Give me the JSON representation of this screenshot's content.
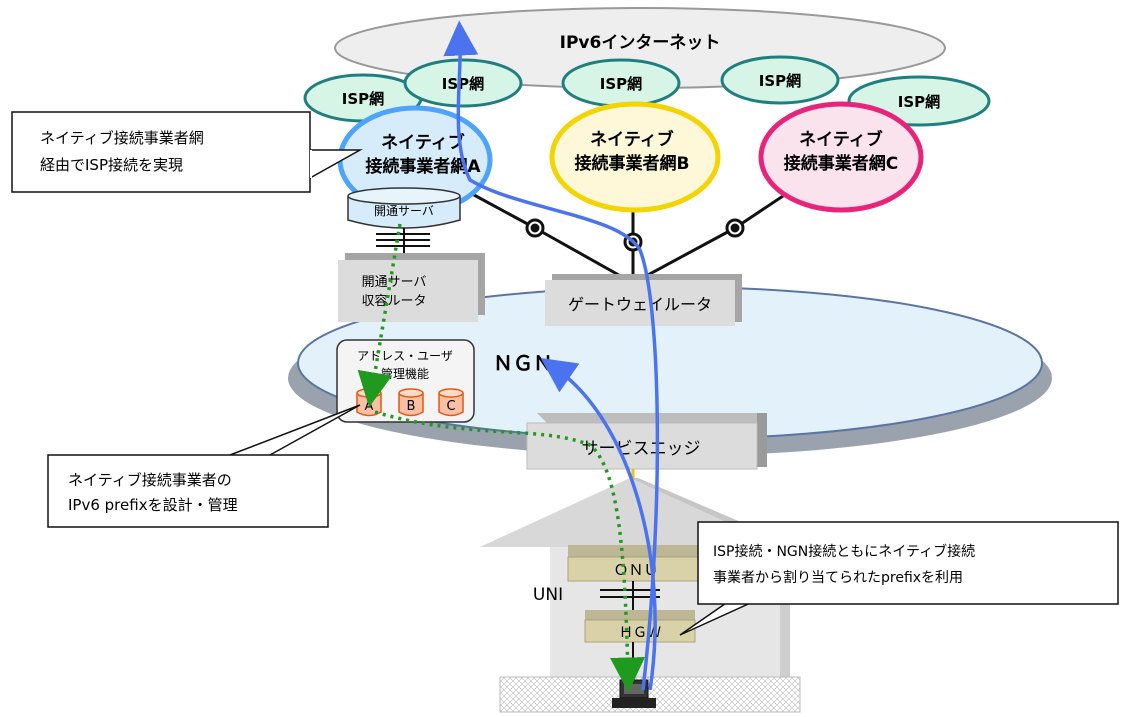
{
  "internet": {
    "label": "IPv6インターネット"
  },
  "isp": [
    {
      "label": "ISP網"
    },
    {
      "label": "ISP網"
    },
    {
      "label": "ISP網"
    },
    {
      "label": "ISP網"
    },
    {
      "label": "ISP網"
    }
  ],
  "native_networks": [
    {
      "line1": "ネイティブ",
      "line2": "接続事業者網A",
      "color": "#4da3ff"
    },
    {
      "line1": "ネイティブ",
      "line2": "接続事業者網B",
      "color": "#f2d400"
    },
    {
      "line1": "ネイティブ",
      "line2": "接続事業者網C",
      "color": "#e8247a"
    }
  ],
  "callouts": {
    "native_isp": {
      "line1": "ネイティブ接続事業者網",
      "line2": "経由でISP接続を実現"
    },
    "prefix_design": {
      "line1": "ネイティブ接続事業者の",
      "line2": "IPv6 prefixを設計・管理"
    },
    "prefix_use": {
      "line1": "ISP接続・NGN接続ともにネイティブ接続",
      "line2": "事業者から割り当てられたprefixを利用"
    }
  },
  "nodes": {
    "provisioning_server": "開通サーバ",
    "provisioning_router_line1": "開通サーバ",
    "provisioning_router_line2": "収容ルータ",
    "gateway_router": "ゲートウェイルータ",
    "address_mgmt_line1": "アドレス・ユーザ",
    "address_mgmt_line2": "管理機能",
    "db_a": "A",
    "db_b": "B",
    "db_c": "C",
    "ngn": "ＮＧＮ",
    "service_edge": "サービスエッジ",
    "onu": "ＯＮＵ",
    "hgw": "ＨＧＷ",
    "uni": "UNI"
  },
  "colors": {
    "isp_fill": "#d6f5e6",
    "isp_stroke": "#1f7f7f",
    "ngn_fill": "#e3f1fb",
    "ngn_stroke": "#5b74a5",
    "blue_path": "#4b73f0",
    "green_path": "#1f9a1f",
    "device_fill": "#d9d2a8"
  }
}
